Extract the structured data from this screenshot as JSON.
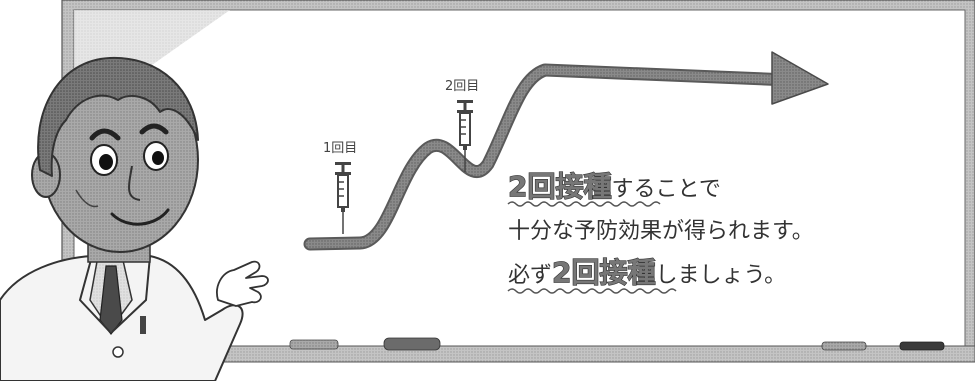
{
  "whiteboard": {
    "dose_labels": {
      "first": "1回目",
      "second": "2回目"
    },
    "message": {
      "line1": {
        "highlight": "2回接種",
        "rest": "することで"
      },
      "line2": "十分な予防効果が得られます。",
      "line3": {
        "prefix": "必ず",
        "highlight": "2回接種",
        "rest": "しましょう。"
      }
    }
  },
  "colors": {
    "board_frame": "#b8b8b8",
    "board_surface": "#ffffff",
    "curve": "#7a7a7a",
    "text": "#333333",
    "highlight_text": "#777777",
    "coat": "#f2f2f2",
    "skin": "#9a9a9a",
    "hair": "#6e6e6e"
  }
}
